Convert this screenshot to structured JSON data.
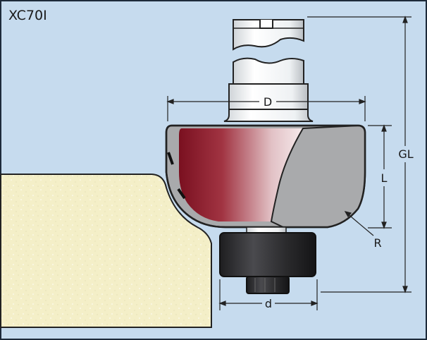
{
  "title": "XC70I",
  "labels": {
    "diameter": "D",
    "length": "L",
    "overall_length": "GL",
    "radius": "R",
    "bearing_diameter": "d"
  },
  "colors": {
    "background": "#c6dbee",
    "border": "#1d2a3a",
    "workpiece": "#f4efc8",
    "cutter_red": "#8a1f2a",
    "carbide_grey": "#a9aaac",
    "bearing": "#2f2f31",
    "shank": "#f1f3f4"
  }
}
